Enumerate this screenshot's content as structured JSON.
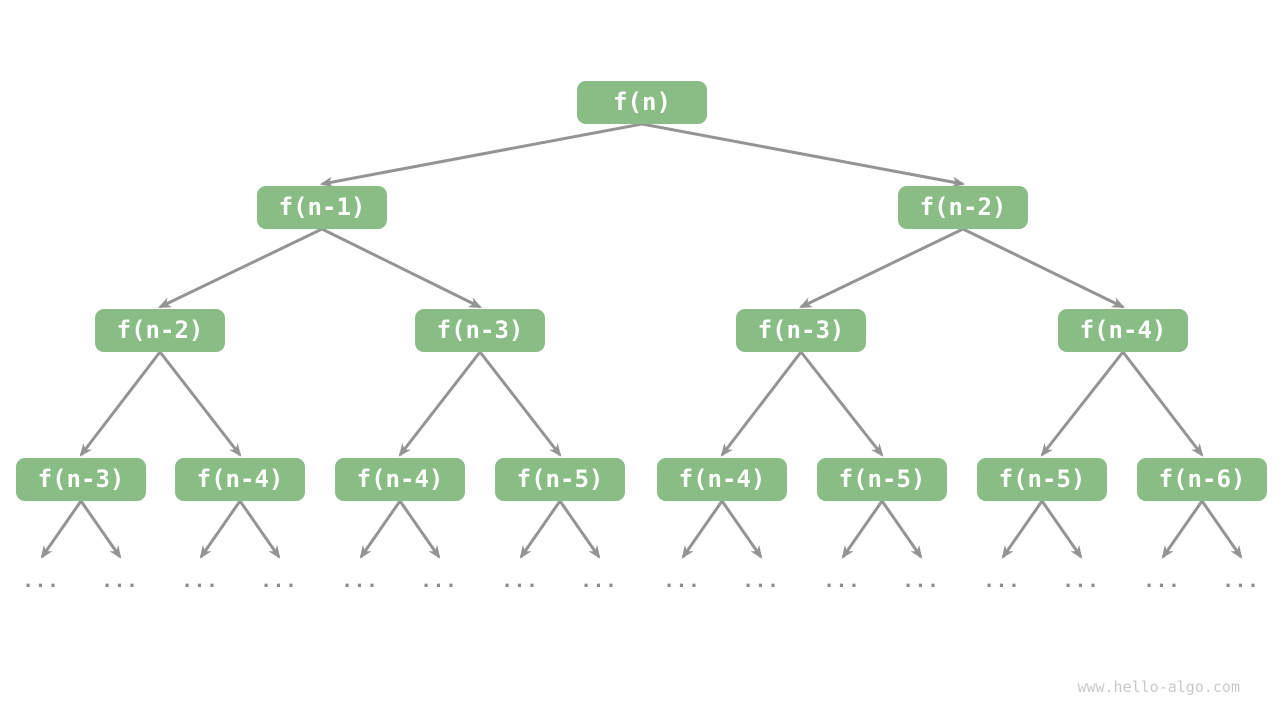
{
  "diagram": {
    "type": "recursion-tree",
    "leaf_ellipsis": "...",
    "watermark": "www.hello-algo.com",
    "colors": {
      "background": "#ffffff",
      "node_fill": "#8abc86",
      "node_text": "#ffffff",
      "edge": "#949494",
      "ellipsis": "#8c8c8c",
      "watermark": "#c9c9c9"
    },
    "levels": [
      {
        "nodes": [
          "f(n)"
        ]
      },
      {
        "nodes": [
          "f(n-1)",
          "f(n-2)"
        ]
      },
      {
        "nodes": [
          "f(n-2)",
          "f(n-3)",
          "f(n-3)",
          "f(n-4)"
        ]
      },
      {
        "nodes": [
          "f(n-3)",
          "f(n-4)",
          "f(n-4)",
          "f(n-5)",
          "f(n-4)",
          "f(n-5)",
          "f(n-5)",
          "f(n-6)"
        ]
      }
    ]
  }
}
